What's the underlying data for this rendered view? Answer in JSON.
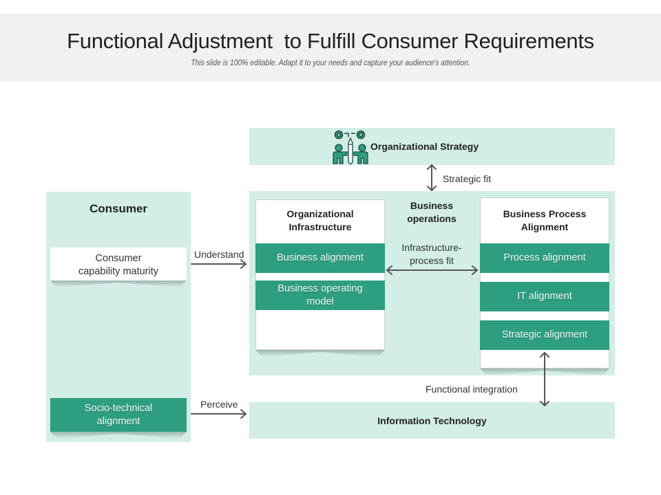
{
  "header": {
    "title": "Functional Adjustment  to Fulfill Consumer Requirements",
    "subtitle": "This slide is 100% editable. Adapt it to your needs and capture your audience's attention."
  },
  "colors": {
    "mint": "#d2eee5",
    "green": "#2e9e80",
    "arrow": "#555555"
  },
  "org_strategy": {
    "label": "Organizational Strategy",
    "icon": "teamwork-gears-icon"
  },
  "consumer": {
    "title": "Consumer",
    "capability": "Consumer capability maturity",
    "capability_lines": [
      "Consumer",
      "capability maturity"
    ],
    "socio": [
      "Socio-technical",
      "alignment"
    ]
  },
  "org_infra": {
    "title_lines": [
      "Organizational",
      "Infrastructure"
    ],
    "items": [
      {
        "label": "Business alignment"
      },
      {
        "label_lines": [
          "Business operating",
          "model"
        ]
      }
    ]
  },
  "business_operations": {
    "title_lines": [
      "Business",
      "operations"
    ]
  },
  "bpa": {
    "title_lines": [
      "Business Process",
      "Alignment"
    ],
    "items": [
      {
        "label": "Process alignment"
      },
      {
        "label": "IT alignment"
      },
      {
        "label": "Strategic alignment"
      }
    ]
  },
  "info_tech": {
    "label": "Information Technology"
  },
  "connectors": {
    "strategic_fit": "Strategic fit",
    "understand": "Understand",
    "perceive": "Perceive",
    "infra_process_fit_lines": [
      "Infrastructure-",
      "process fit"
    ],
    "functional_integration": "Functional integration"
  }
}
